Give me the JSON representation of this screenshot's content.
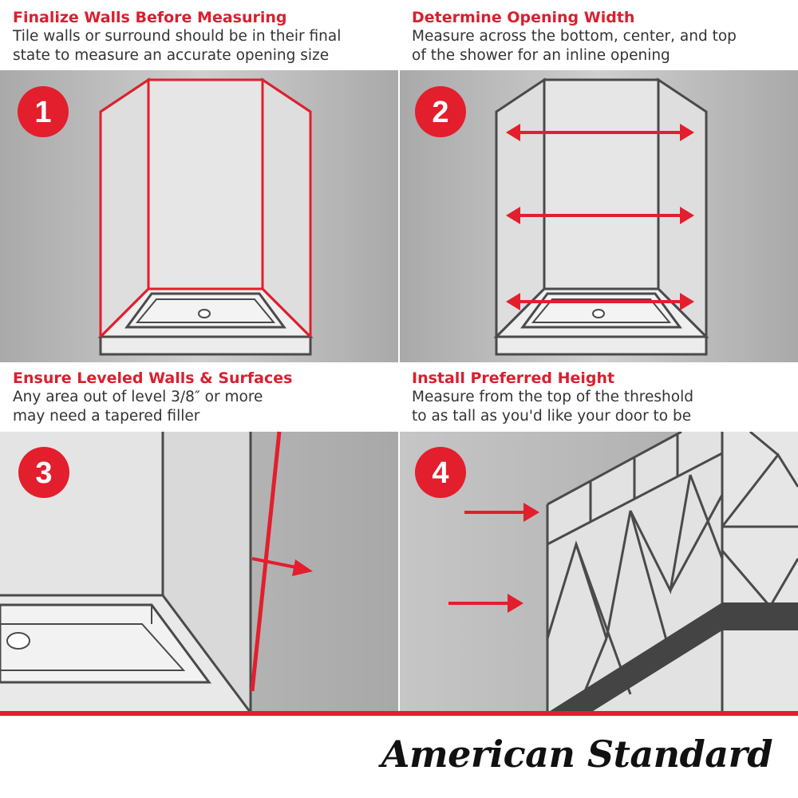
{
  "steps": [
    {
      "number": "1",
      "title": "Finalize Walls Before Measuring",
      "description_lines": [
        "Tile walls or surround should be in their final",
        "state to measure an accurate opening size"
      ]
    },
    {
      "number": "2",
      "title": "Determine Opening Width",
      "description_lines": [
        "Measure across the bottom, center, and top",
        "of the shower for an inline opening"
      ]
    },
    {
      "number": "3",
      "title": "Ensure Leveled Walls & Surfaces",
      "description_lines": [
        "Any area out of level 3/8″ or more",
        "may need a tapered filler"
      ]
    },
    {
      "number": "4",
      "title": "Install Preferred Height",
      "description_lines": [
        "Measure from the top of the threshold",
        "to as tall as you'd like your door to be"
      ]
    }
  ],
  "brand": {
    "name": "American Standard"
  },
  "colors": {
    "accent_red": "#e31e2d",
    "outline_gray": "#4a4a4a",
    "panel_gray": "#b5b5b5",
    "wall_light": "#e4e4e4"
  }
}
